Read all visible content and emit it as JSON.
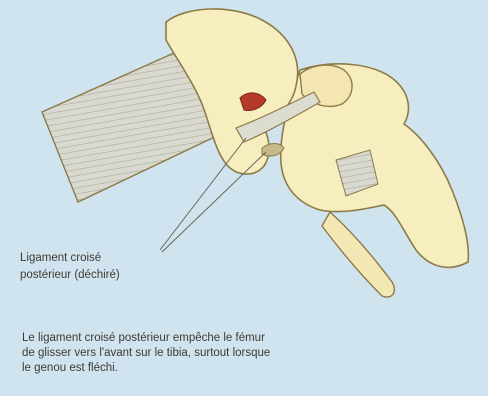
{
  "label": {
    "line1": "Ligament croisé",
    "line2": "postérieur (déchiré)"
  },
  "caption": {
    "line1": "Le ligament croisé postérieur empêche le fémur",
    "line2": "de glisser vers l'avant sur le tibia, surtout lorsque",
    "line3": "le genou est fléchi."
  },
  "colors": {
    "background": "#cfe4ee",
    "bone": "#f6eebf",
    "bone_outline": "#8d7a4a",
    "ligament": "#dcdcd0",
    "tear": "#b63a2a",
    "leader_line": "#6b6458"
  }
}
